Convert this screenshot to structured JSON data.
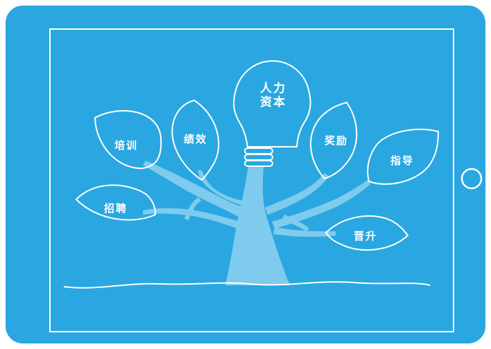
{
  "colors": {
    "background": "#2aa7e0",
    "outline": "#ffffff",
    "trunk": "#7fcbee"
  },
  "bulb": {
    "line1": "人力",
    "line2": "资本"
  },
  "leaves": {
    "training": "培训",
    "performance": "绩效",
    "reward": "奖励",
    "guidance": "指导",
    "recruitment": "招聘",
    "promotion": "晋升"
  },
  "icons": {
    "home_button": "home-button-icon",
    "bulb": "lightbulb-icon"
  }
}
